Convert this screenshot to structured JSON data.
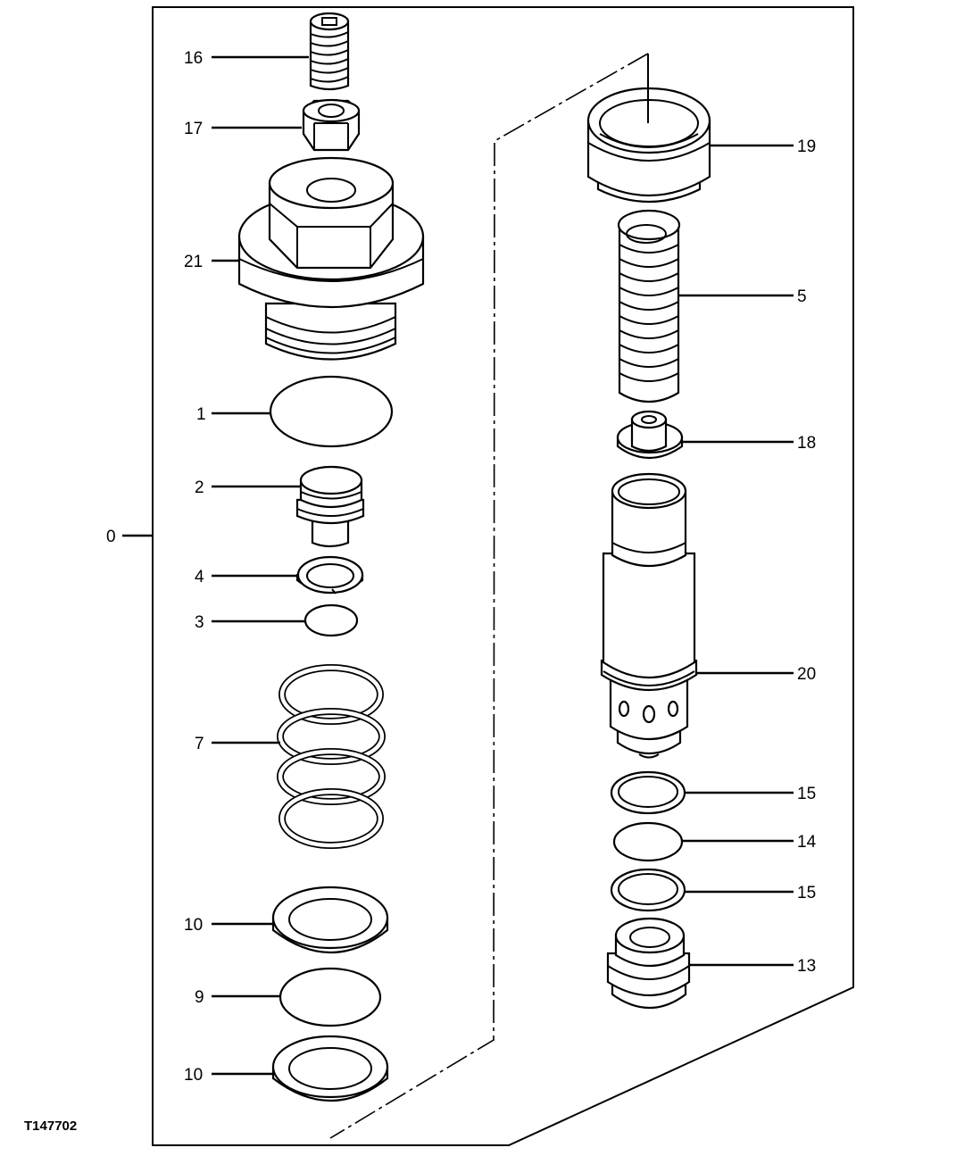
{
  "figure_id": "T147702",
  "callouts": {
    "c0": "0",
    "c16": "16",
    "c17": "17",
    "c21": "21",
    "c1": "1",
    "c2": "2",
    "c4": "4",
    "c3": "3",
    "c7": "7",
    "c10a": "10",
    "c9": "9",
    "c10b": "10",
    "c19": "19",
    "c5": "5",
    "c18": "18",
    "c20": "20",
    "c15a": "15",
    "c14": "14",
    "c15b": "15",
    "c13": "13"
  },
  "colors": {
    "line": "#000000",
    "background": "#ffffff"
  }
}
